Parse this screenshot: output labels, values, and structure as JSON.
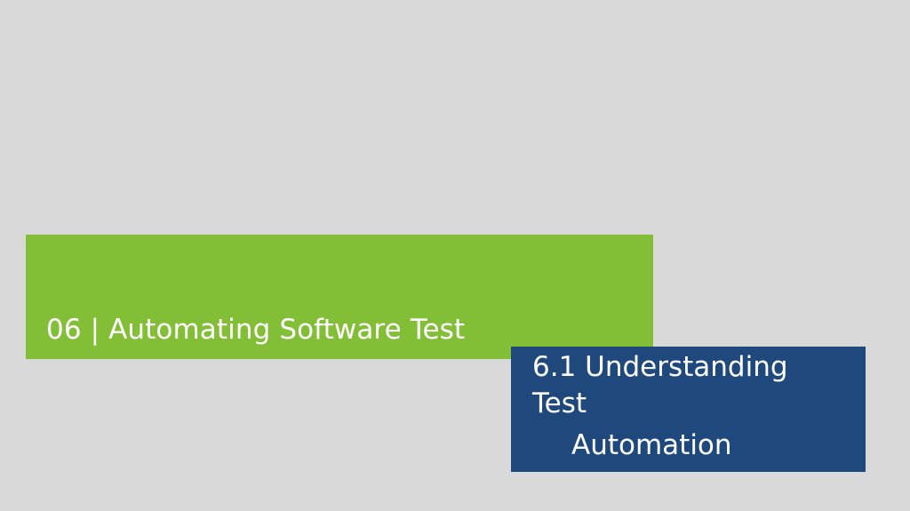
{
  "slide": {
    "chapter_title": "06 | Automating Software Test",
    "section_title": {
      "line1": "6.1 Understanding",
      "line2": "Test",
      "line3": "Automation"
    }
  },
  "colors": {
    "background": "#d9d9d9",
    "green_accent": "#82bf37",
    "blue_accent": "#1f497d",
    "text": "#ffffff"
  }
}
